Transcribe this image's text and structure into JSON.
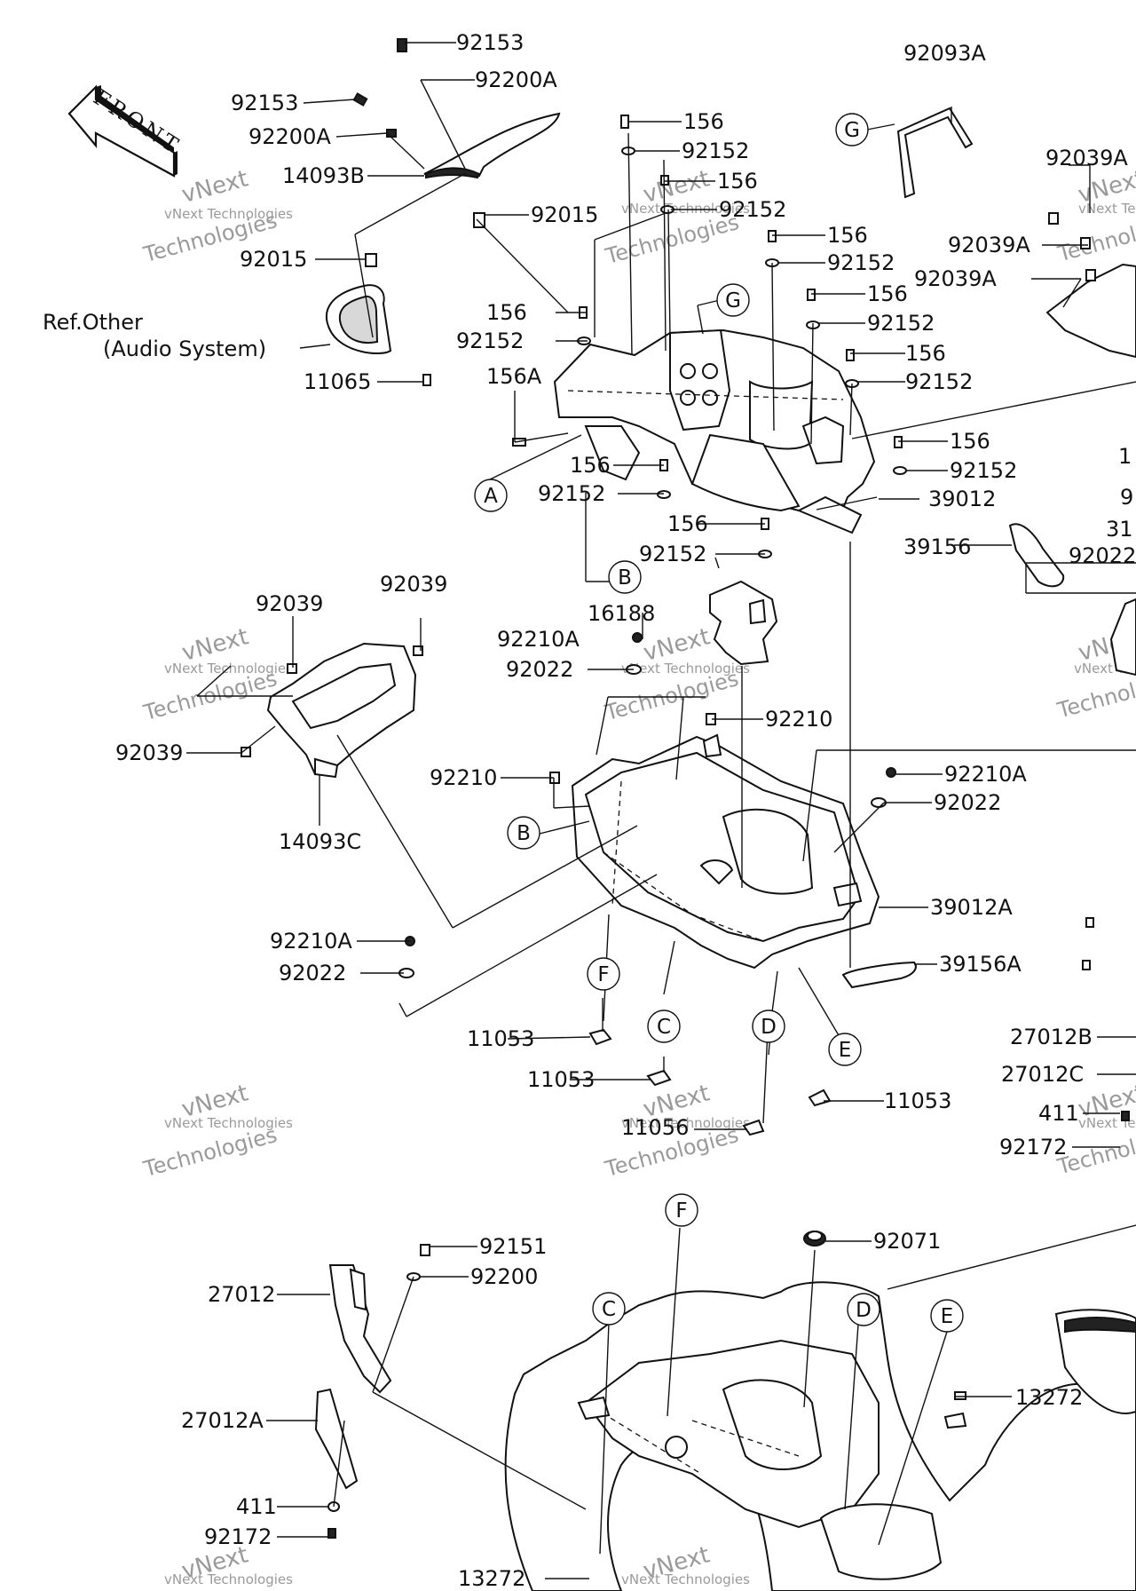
{
  "front_arrow": {
    "label": "FRONT"
  },
  "reference_note": {
    "line1": "Ref.Other",
    "line2": "(Audio System)"
  },
  "watermark": {
    "line1": "vNext",
    "line2": "vNext Technologies",
    "line3": "Technologies"
  },
  "parts": [
    "92153",
    "92200A",
    "92153",
    "92200A",
    "14093B",
    "92015",
    "92015",
    "11065",
    "156",
    "92152",
    "156",
    "92152",
    "156",
    "92152",
    "156",
    "92152",
    "156",
    "92152",
    "156",
    "92152",
    "156",
    "156A",
    "92152",
    "156",
    "92152",
    "156",
    "92152",
    "39012",
    "92093A",
    "92039A",
    "92039A",
    "92039A",
    "39156",
    "92022",
    "1",
    "9",
    "31",
    "16188",
    "92210A",
    "92022",
    "92210",
    "92039",
    "92039",
    "92039",
    "14093C",
    "92210",
    "92210A",
    "92022",
    "39012A",
    "39156A",
    "92210A",
    "92022",
    "11053",
    "11053",
    "11053",
    "11056",
    "27012B",
    "27012C",
    "411",
    "92172",
    "92151",
    "92200",
    "27012",
    "27012A",
    "411",
    "92172",
    "92071",
    "13272",
    "13272"
  ],
  "callouts": [
    "G",
    "G",
    "A",
    "B",
    "B",
    "F",
    "C",
    "D",
    "E",
    "F",
    "C",
    "D",
    "E"
  ],
  "colors": {
    "line": "#111111",
    "background": "#ffffff",
    "watermark": "#9a9a9a"
  }
}
